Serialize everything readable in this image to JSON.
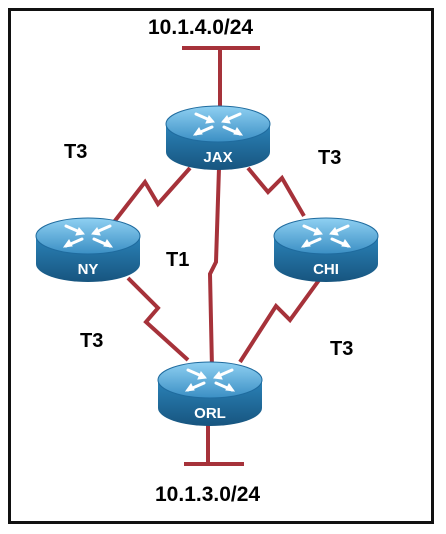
{
  "networks": {
    "top": "10.1.4.0/24",
    "bottom": "10.1.3.0/24"
  },
  "routers": {
    "jax": "JAX",
    "ny": "NY",
    "chi": "CHI",
    "orl": "ORL"
  },
  "links": {
    "jax_ny": "T3",
    "jax_chi": "T3",
    "jax_orl": "T1",
    "ny_orl": "T3",
    "chi_orl": "T3"
  },
  "colors": {
    "link": "#a6323a",
    "router_top": "#5aa9d6",
    "router_side": "#1f6b9e",
    "router_label": "#ffffff",
    "frame": "#111111"
  }
}
